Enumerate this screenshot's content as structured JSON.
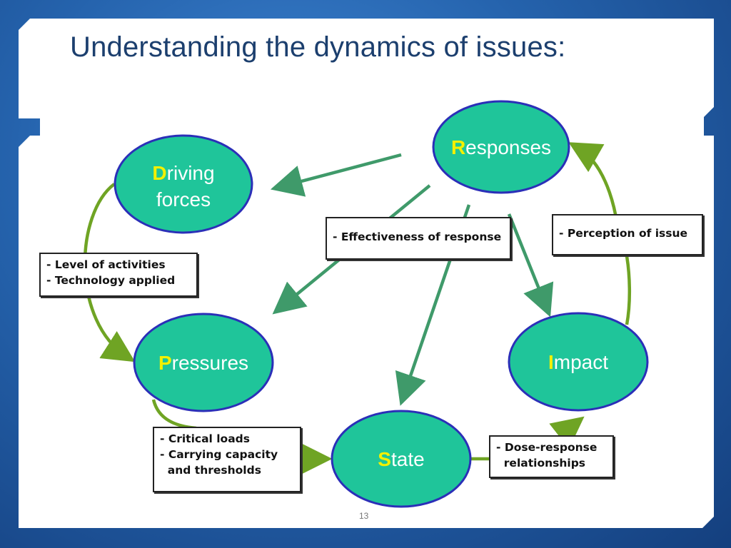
{
  "slide": {
    "title": "Understanding the dynamics of issues:",
    "page_number": "13"
  },
  "diagram": {
    "colors": {
      "node_fill": "#1fc59a",
      "node_stroke": "#2b2fb8",
      "arrow_green": "#3f9a6a",
      "arrow_olive": "#6fa424",
      "initial_letter": "#f4f000"
    },
    "nodes": [
      {
        "id": "driving",
        "initial": "D",
        "lines": [
          "riving",
          "forces"
        ]
      },
      {
        "id": "pressures",
        "initial": "P",
        "lines": [
          "ressures"
        ]
      },
      {
        "id": "state",
        "initial": "S",
        "lines": [
          "tate"
        ]
      },
      {
        "id": "impact",
        "initial": "I",
        "lines": [
          "mpact"
        ]
      },
      {
        "id": "responses",
        "initial": "R",
        "lines": [
          "esponses"
        ]
      }
    ],
    "edge_labels": {
      "activities": [
        "- Level of activities",
        "- Technology applied"
      ],
      "loads": [
        "- Critical loads",
        "- Carrying capacity",
        "  and thresholds"
      ],
      "dose": [
        "- Dose-response",
        "  relationships"
      ],
      "perception": [
        "- Perception of issue"
      ],
      "effectiveness": [
        "- Effectiveness of response"
      ]
    }
  }
}
